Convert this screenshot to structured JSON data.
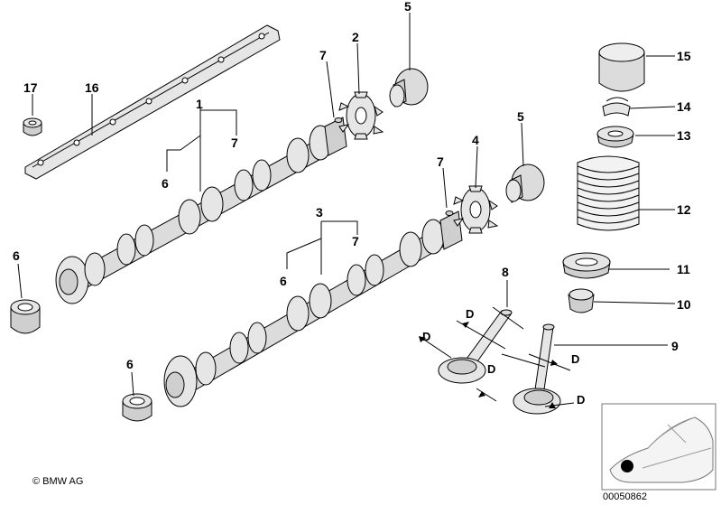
{
  "callouts": {
    "c1": "1",
    "c2": "2",
    "c3": "3",
    "c4": "4",
    "c5a": "5",
    "c5b": "5",
    "c6a": "6",
    "c6b": "6",
    "c6c": "6",
    "c6d": "6",
    "c7a": "7",
    "c7b": "7",
    "c7c": "7",
    "c7d": "7",
    "c8": "8",
    "c9": "9",
    "c10": "10",
    "c11": "11",
    "c12": "12",
    "c13": "13",
    "c14": "14",
    "c15": "15",
    "c16": "16",
    "c17": "17"
  },
  "dimensions": {
    "d1": "D",
    "d2": "D",
    "d3": "D",
    "d4": "D",
    "d5": "D"
  },
  "footer": {
    "copyright": "© BMW AG",
    "drawing_number": "00050862"
  },
  "colors": {
    "line": "#000000",
    "part_fill": "#e6e6e6",
    "shade": "#9a9a9a",
    "marker": "#000000"
  }
}
